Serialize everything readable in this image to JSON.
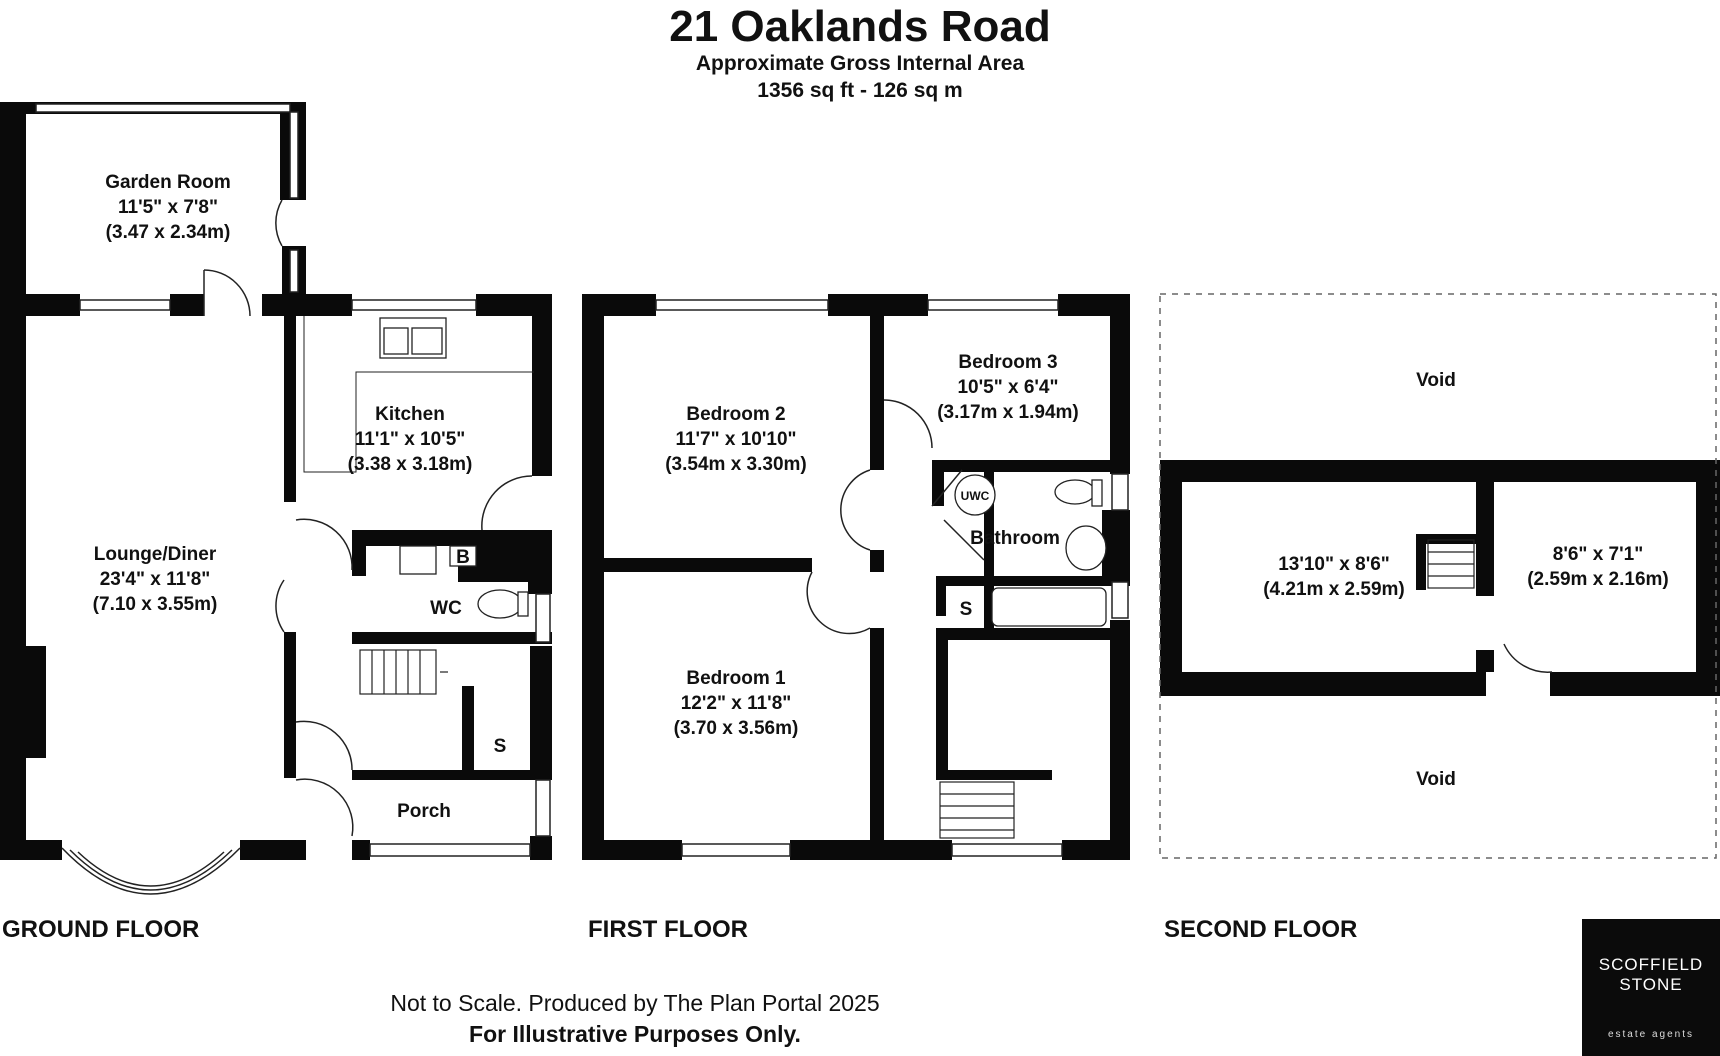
{
  "header": {
    "title": "21 Oaklands Road",
    "subtitle": "Approximate Gross Internal Area",
    "area": "1356 sq ft - 126 sq m"
  },
  "floors": {
    "ground": "GROUND FLOOR",
    "first": "FIRST FLOOR",
    "second": "SECOND FLOOR"
  },
  "rooms": {
    "garden": [
      "Garden Room",
      "11'5\" x 7'8\"",
      "(3.47 x 2.34m)"
    ],
    "kitchen": [
      "Kitchen",
      "11'1\" x 10'5\"",
      "(3.38 x 3.18m)"
    ],
    "lounge": [
      "Lounge/Diner",
      "23'4\" x 11'8\"",
      "(7.10 x 3.55m)"
    ],
    "wc": "WC",
    "boiler": "B",
    "store_ground": "S",
    "porch": "Porch",
    "bedroom2": [
      "Bedroom 2",
      "11'7\" x 10'10\"",
      "(3.54m x 3.30m)"
    ],
    "bedroom3": [
      "Bedroom 3",
      "10'5\" x 6'4\"",
      "(3.17m x 1.94m)"
    ],
    "uwc": "UWC",
    "bathroom": "Bathroom",
    "store_first": "S",
    "bedroom1": [
      "Bedroom 1",
      "12'2\" x 11'8\"",
      "(3.70 x 3.56m)"
    ],
    "void_top": "Void",
    "void_bottom": "Void",
    "attic_left": [
      "13'10\" x 8'6\"",
      "(4.21m x 2.59m)"
    ],
    "attic_right": [
      "8'6\" x 7'1\"",
      "(2.59m x 2.16m)"
    ]
  },
  "footer": {
    "line1": "Not to Scale. Produced by The Plan Portal 2025",
    "line2": "For Illustrative Purposes Only."
  },
  "logo": {
    "line1": "SCOFFIELD",
    "line2": "STONE",
    "tagline": "estate agents"
  },
  "colors": {
    "wall": "#0a0a0a",
    "window": "#ffffff",
    "logo_bg": "#0b0b0b"
  }
}
